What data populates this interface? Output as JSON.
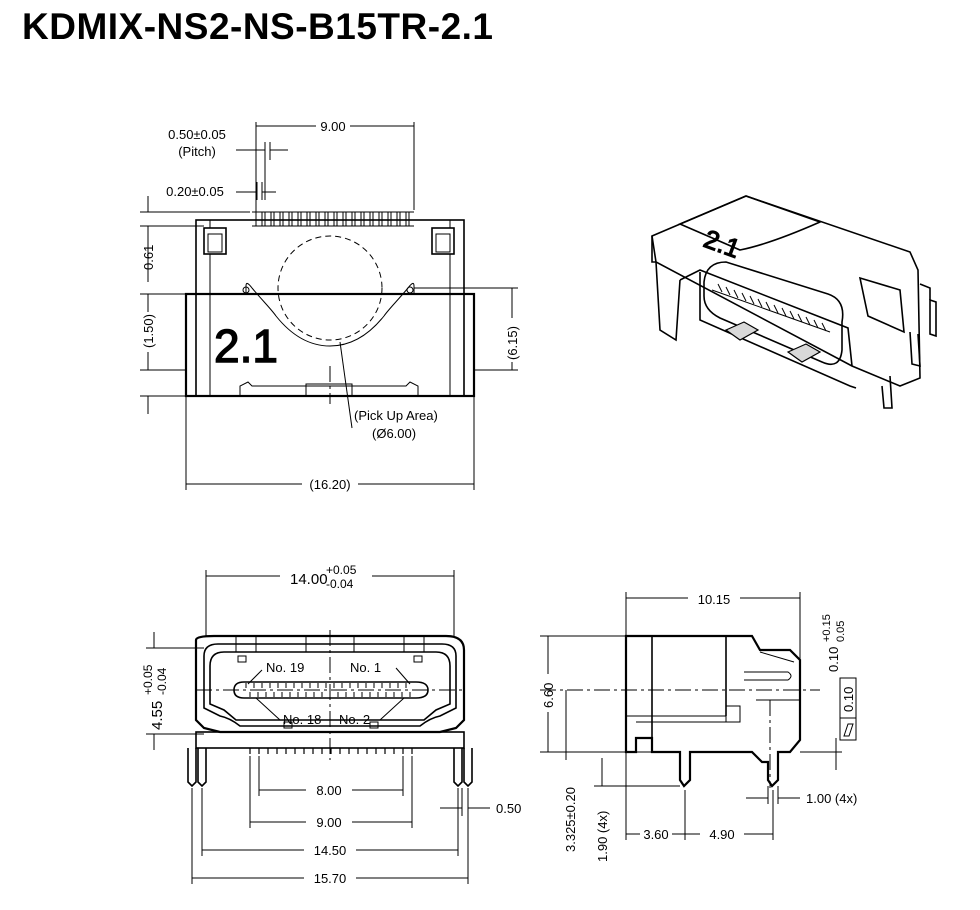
{
  "title": "KDMIX-NS2-NS-B15TR-2.1",
  "top_view": {
    "pitch": "0.50±0.05",
    "pitch_label": "(Pitch)",
    "pin_width": "0.20±0.05",
    "width": "9.00",
    "height_a": "0.61",
    "height_b": "(1.50)",
    "height_c": "(6.15)",
    "marking": "2.1",
    "pickup_label": "(Pick Up Area)",
    "pickup_dia": "(Ø6.00)",
    "overall_width": "(16.20)"
  },
  "front_view": {
    "width_nominal": "14.00",
    "width_tol_plus": "+0.05",
    "width_tol_minus": "-0.04",
    "height_nominal": "4.55",
    "height_tol_plus": "+0.05",
    "height_tol_minus": "-0.04",
    "pin_19": "No. 19",
    "pin_1": "No. 1",
    "pin_18": "No. 18",
    "pin_2": "No. 2",
    "dim_8": "8.00",
    "dim_9": "9.00",
    "dim_14_5": "14.50",
    "dim_15_7": "15.70",
    "dim_0_5": "0.50"
  },
  "side_view": {
    "depth": "10.15",
    "height": "6.60",
    "tol_nominal": "0.10",
    "tol_plus": "+0.15",
    "tol_minus": "0.05",
    "flatness_value": "0.10",
    "dim_3_325": "3.325±0.20",
    "dim_1_90": "1.90 (4x)",
    "dim_3_60": "3.60",
    "dim_4_90": "4.90",
    "dim_1_00": "1.00 (4x)"
  }
}
